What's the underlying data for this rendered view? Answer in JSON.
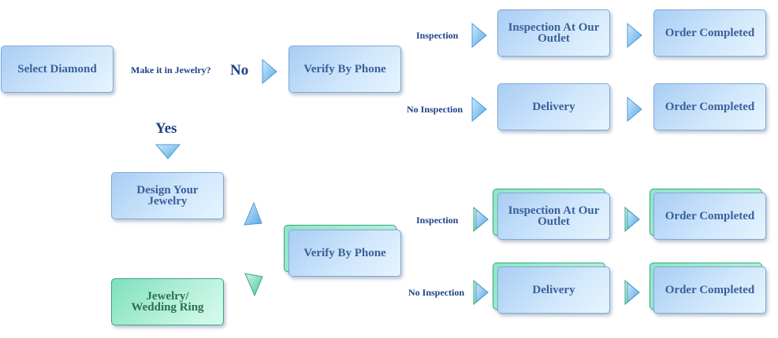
{
  "diagram": {
    "select_diamond": "Select Diamond",
    "question": "Make it in Jewelry?",
    "no": "No",
    "yes": "Yes",
    "verify_phone_top": "Verify By Phone",
    "verify_phone_bottom": "Verify By Phone",
    "design_jewelry": "Design Your Jewelry",
    "jewelry_ring": "Jewelry/ Wedding Ring",
    "top_branch": {
      "inspection_label": "Inspection",
      "no_inspection_label": "No Inspection",
      "inspection_box": "Inspection At Our Outlet",
      "delivery_box": "Delivery",
      "order_completed_1": "Order Completed",
      "order_completed_2": "Order Completed"
    },
    "bottom_branch": {
      "inspection_label": "Inspection",
      "no_inspection_label": "No Inspection",
      "inspection_box": "Inspection At Our Outlet",
      "delivery_box": "Delivery",
      "order_completed_1": "Order Completed",
      "order_completed_2": "Order Completed"
    }
  },
  "colors": {
    "text": "#3a5f9a",
    "label": "#1f3f86",
    "blue_box": "#cfe6fb",
    "green_box": "#b4f0d9",
    "arrow": "#6db7ec"
  }
}
